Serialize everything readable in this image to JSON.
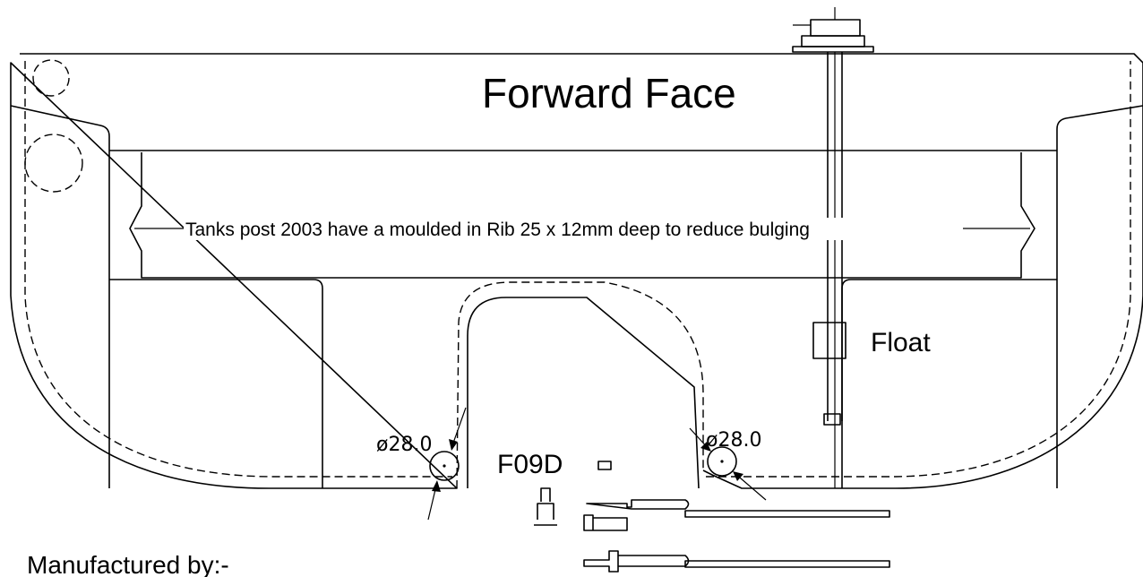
{
  "drawing": {
    "title": "Forward Face",
    "rib_note": "Tanks post 2003 have a moulded in Rib 25 x 12mm deep to reduce bulging",
    "float_label": "Float",
    "dim_left": "ø28.0",
    "dim_right": "ø28.0",
    "part_code": "F09D",
    "footer": "Manufactured by:-"
  },
  "icons": {
    "sender_unit": "fuel-sender-icon",
    "pickup_pipe": "pickup-pipe-icon",
    "fitting": "tank-fitting-icon"
  }
}
